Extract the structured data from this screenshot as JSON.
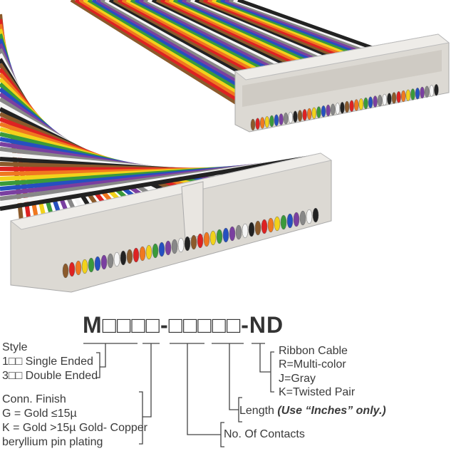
{
  "part_number": "M□□□□-□□□□□-ND",
  "style": {
    "heading": "Style",
    "options": [
      "1□□ Single Ended",
      "3□□ Double Ended"
    ]
  },
  "conn_finish": {
    "heading": "Conn. Finish",
    "g": "G = Gold ≤15µ",
    "k": "K = Gold >15µ Gold- Copper",
    "k2": "beryllium pin plating"
  },
  "no_of_contacts": "No. Of Contacts",
  "length": {
    "label": "Length",
    "note": "(Use “Inches” only.)"
  },
  "ribbon_cable": {
    "heading": "Ribbon Cable",
    "options": [
      "R=Multi-color",
      "J=Gray",
      "K=Twisted Pair"
    ]
  },
  "colors": {
    "connector": "#dcd9d3",
    "line": "#444444",
    "wires": [
      "#8b5a2b",
      "#d22",
      "#f07820",
      "#f2d21b",
      "#3a9a3a",
      "#2550c0",
      "#7a3fa0",
      "#888888",
      "#f5f5f5",
      "#222222"
    ]
  }
}
